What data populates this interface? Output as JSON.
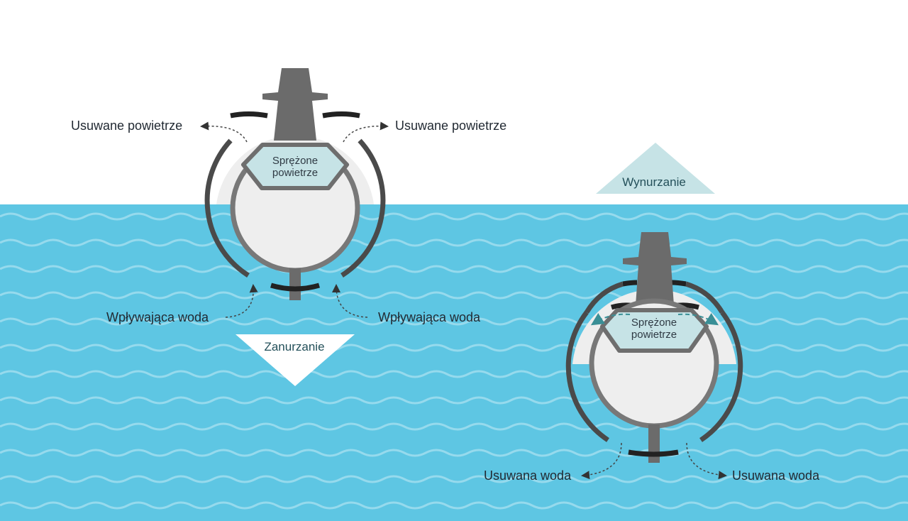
{
  "labels": {
    "air_left": "Usuwane powietrze",
    "air_right": "Usuwane powietrze",
    "compressed_air_1_line1": "Sprężone",
    "compressed_air_1_line2": "powietrze",
    "water_in_left": "Wpływająca woda",
    "water_in_right": "Wpływająca woda",
    "diving": "Zanurzanie",
    "surfacing": "Wynurzanie",
    "compressed_air_2_line1": "Sprężone",
    "compressed_air_2_line2": "powietrze",
    "water_out_left": "Usuwana woda",
    "water_out_right": "Usuwana woda"
  },
  "colors": {
    "water": "#5ec6e3",
    "hull_outer": "#4a4a4a",
    "pressure_hull": "#787878",
    "tank_fill": "#c6e3e6",
    "surfacing_arrow": "#c6e3e6",
    "diving_arrow": "#ffffff",
    "flow_teal": "#3a8f96"
  }
}
